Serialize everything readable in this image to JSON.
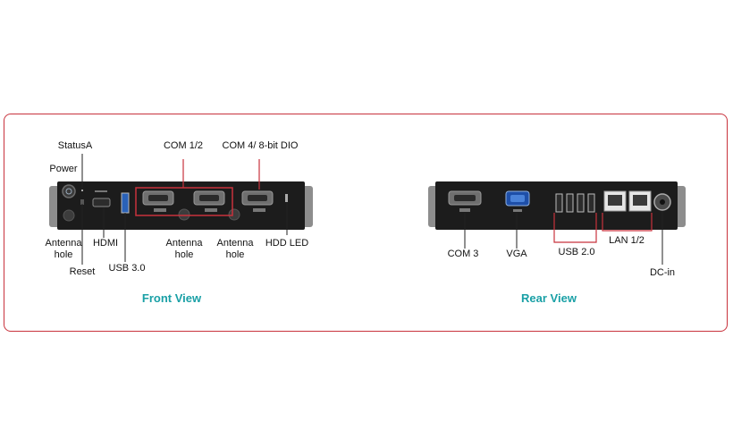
{
  "front_view": {
    "title": "Front View",
    "labels": {
      "status": "StatusA",
      "power": "Power",
      "com12": "COM 1/2",
      "com4": "COM 4/ 8-bit DIO",
      "antenna": "Antenna\nhole",
      "hdmi": "HDMI",
      "reset": "Reset",
      "usb3": "USB 3.0",
      "hdd_led": "HDD LED"
    }
  },
  "rear_view": {
    "title": "Rear View",
    "labels": {
      "com3": "COM 3",
      "vga": "VGA",
      "usb2": "USB 2.0",
      "lan": "LAN 1/2",
      "dc_in": "DC-in"
    }
  },
  "colors": {
    "frame_border": "#c8323c",
    "title_teal": "#1aa0a6",
    "highlight_box": "#c8323c",
    "device_body": "#1c1c1c",
    "device_flange": "#9a9a9a"
  }
}
